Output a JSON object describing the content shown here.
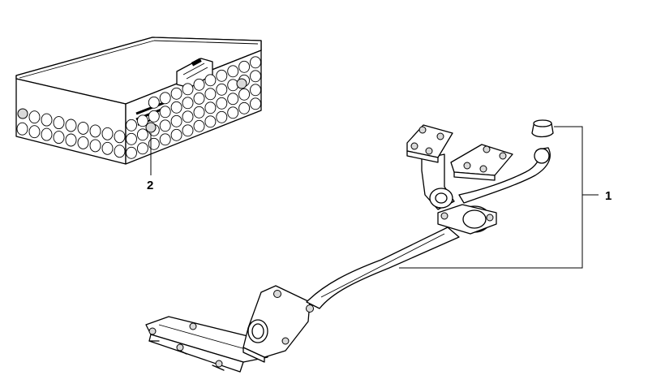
{
  "callouts": [
    {
      "id": "1",
      "text": "1"
    },
    {
      "id": "2",
      "text": "2"
    }
  ],
  "colors": {
    "line": "#000000",
    "background": "#ffffff",
    "shade": "#d9d9d9"
  }
}
